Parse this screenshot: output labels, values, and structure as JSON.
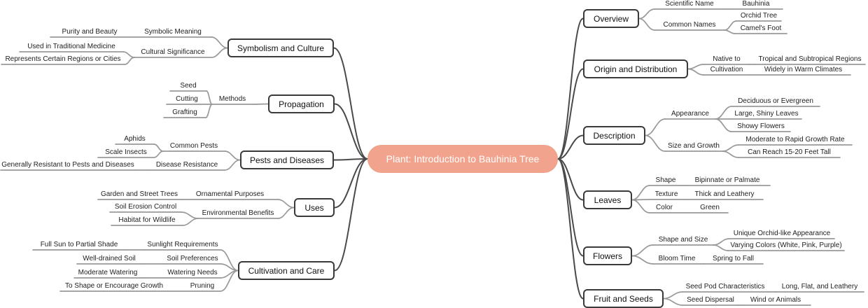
{
  "root": {
    "label": "Plant: Introduction to Bauhinia Tree"
  },
  "right": [
    {
      "label": "Overview",
      "children": [
        {
          "label": "Scientific Name",
          "children": [
            {
              "label": "Bauhinia"
            }
          ]
        },
        {
          "label": "Common Names",
          "children": [
            {
              "label": "Orchid Tree"
            },
            {
              "label": "Camel's Foot"
            }
          ]
        }
      ]
    },
    {
      "label": "Origin and Distribution",
      "children": [
        {
          "label": "Native to",
          "children": [
            {
              "label": "Tropical and Subtropical Regions"
            }
          ]
        },
        {
          "label": "Cultivation",
          "children": [
            {
              "label": "Widely in Warm Climates"
            }
          ]
        }
      ]
    },
    {
      "label": "Description",
      "children": [
        {
          "label": "Appearance",
          "children": [
            {
              "label": "Deciduous or Evergreen"
            },
            {
              "label": "Large, Shiny Leaves"
            },
            {
              "label": "Showy Flowers"
            }
          ]
        },
        {
          "label": "Size and Growth",
          "children": [
            {
              "label": "Moderate to Rapid Growth Rate"
            },
            {
              "label": "Can Reach 15-20 Feet Tall"
            }
          ]
        }
      ]
    },
    {
      "label": "Leaves",
      "children": [
        {
          "label": "Shape",
          "children": [
            {
              "label": "Bipinnate or Palmate"
            }
          ]
        },
        {
          "label": "Texture",
          "children": [
            {
              "label": "Thick and Leathery"
            }
          ]
        },
        {
          "label": "Color",
          "children": [
            {
              "label": "Green"
            }
          ]
        }
      ]
    },
    {
      "label": "Flowers",
      "children": [
        {
          "label": "Shape and Size",
          "children": [
            {
              "label": "Unique Orchid-like Appearance"
            },
            {
              "label": "Varying Colors (White, Pink, Purple)"
            }
          ]
        },
        {
          "label": "Bloom Time",
          "children": [
            {
              "label": "Spring to Fall"
            }
          ]
        }
      ]
    },
    {
      "label": "Fruit and Seeds",
      "children": [
        {
          "label": "Seed Pod Characteristics",
          "children": [
            {
              "label": "Long, Flat, and Leathery"
            }
          ]
        },
        {
          "label": "Seed Dispersal",
          "children": [
            {
              "label": "Wind or Animals"
            }
          ]
        }
      ]
    }
  ],
  "left": [
    {
      "label": "Symbolism and Culture",
      "children": [
        {
          "label": "Symbolic Meaning",
          "children": [
            {
              "label": "Purity and Beauty"
            }
          ]
        },
        {
          "label": "Cultural Significance",
          "children": [
            {
              "label": "Used in Traditional Medicine"
            },
            {
              "label": "Represents Certain Regions or Cities"
            }
          ]
        }
      ]
    },
    {
      "label": "Propagation",
      "children": [
        {
          "label": "Methods",
          "children": [
            {
              "label": "Seed"
            },
            {
              "label": "Cutting"
            },
            {
              "label": "Grafting"
            }
          ]
        }
      ]
    },
    {
      "label": "Pests and Diseases",
      "children": [
        {
          "label": "Common Pests",
          "children": [
            {
              "label": "Aphids"
            },
            {
              "label": "Scale Insects"
            }
          ]
        },
        {
          "label": "Disease Resistance",
          "children": [
            {
              "label": "Generally Resistant to Pests and Diseases"
            }
          ]
        }
      ]
    },
    {
      "label": "Uses",
      "children": [
        {
          "label": "Ornamental Purposes",
          "children": [
            {
              "label": "Garden and Street Trees"
            }
          ]
        },
        {
          "label": "Environmental Benefits",
          "children": [
            {
              "label": "Soil Erosion Control"
            },
            {
              "label": "Habitat for Wildlife"
            }
          ]
        }
      ]
    },
    {
      "label": "Cultivation and Care",
      "children": [
        {
          "label": "Sunlight Requirements",
          "children": [
            {
              "label": "Full Sun to Partial Shade"
            }
          ]
        },
        {
          "label": "Soil Preferences",
          "children": [
            {
              "label": "Well-drained Soil"
            }
          ]
        },
        {
          "label": "Watering Needs",
          "children": [
            {
              "label": "Moderate Watering"
            }
          ]
        },
        {
          "label": "Pruning",
          "children": [
            {
              "label": "To Shape or Encourage Growth"
            }
          ]
        }
      ]
    }
  ],
  "colors": {
    "root_fill": "#f2a38d",
    "root_text": "#ffffff",
    "box_border": "#3a3a3a",
    "branch_main": "#4a4a4a",
    "branch_sub": "#999999",
    "label_text": "#222222"
  }
}
